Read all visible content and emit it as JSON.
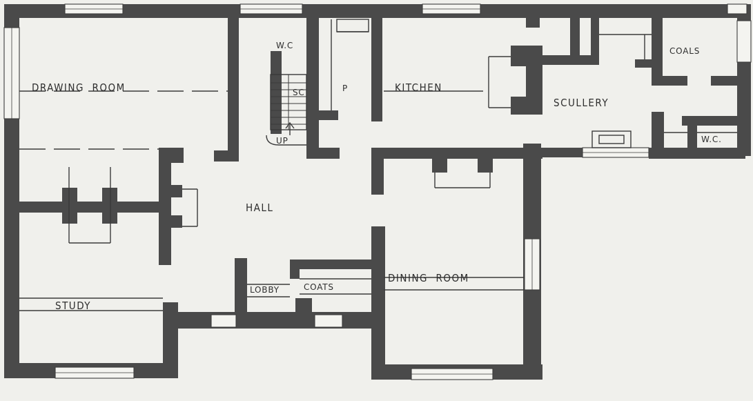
{
  "rooms": {
    "drawing_room": "DRAWING  ROOM",
    "hall": "HALL",
    "study": "STUDY",
    "dining_room": "DINING  ROOM",
    "kitchen": "KITCHEN",
    "scullery": "SCULLERY",
    "coals": "COALS",
    "wc_upper": "W.C",
    "wc_lower": "W.C.",
    "lobby": "LOBBY",
    "coats": "COATS",
    "pantry": "P",
    "store": "SC",
    "stair_up": "UP"
  },
  "colors": {
    "wall": "#4a4a4a",
    "paper": "#f0f0ec",
    "ink": "#2e2e2e"
  }
}
